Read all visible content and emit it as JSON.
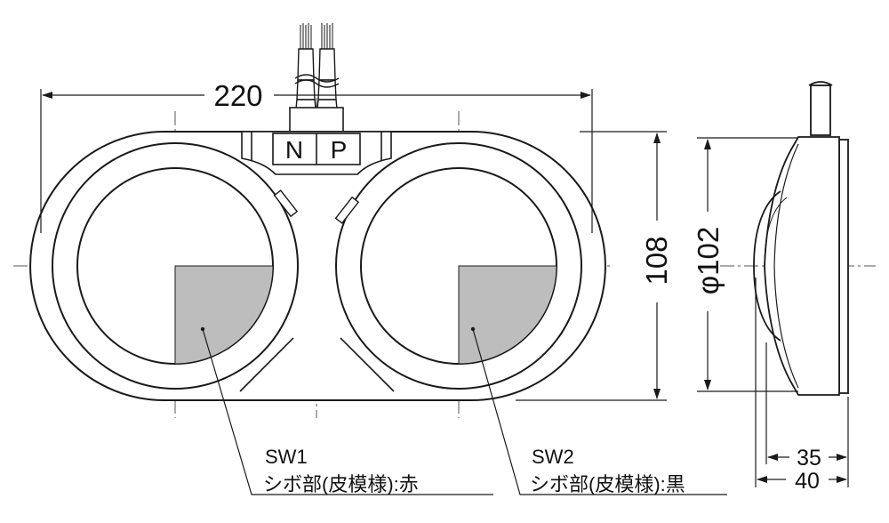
{
  "dimensions": {
    "total_width": "220",
    "height": "108",
    "diameter": "φ102",
    "depth_inner": "35",
    "depth_outer": "40"
  },
  "connector": {
    "label_n": "N",
    "label_p": "P"
  },
  "callouts": [
    {
      "title": "SW1",
      "description": "シボ部(皮模様):赤"
    },
    {
      "title": "SW2",
      "description": "シボ部(皮模様):黒"
    }
  ],
  "colors": {
    "line": "#1a1a1a",
    "center_line": "#555555",
    "texture_fill": "#bdbdbd"
  }
}
